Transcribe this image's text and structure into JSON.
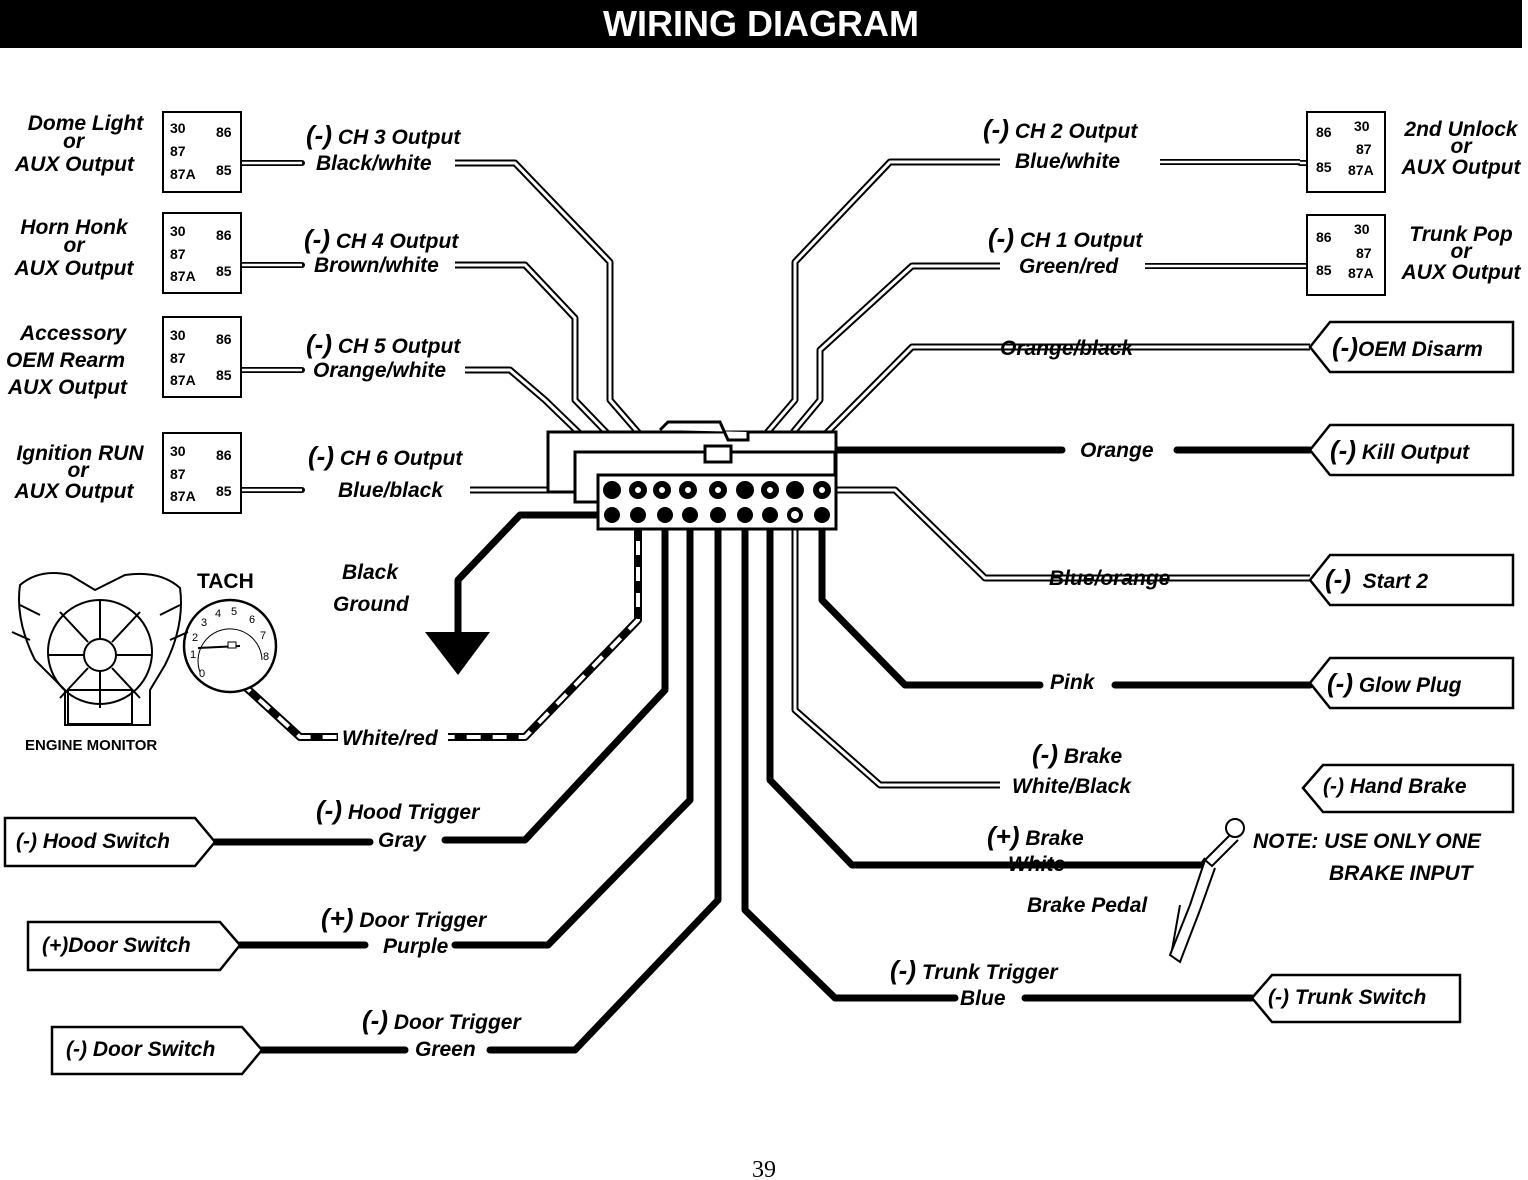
{
  "title": "WIRING DIAGRAM",
  "page_number": "39",
  "relay_pins": {
    "p30": "30",
    "p87": "87",
    "p87a": "87A",
    "p86": "86",
    "p85": "85"
  },
  "left_relays": [
    {
      "line1": "Dome Light",
      "line2": "or",
      "line3": "AUX Output"
    },
    {
      "line1": "Horn Honk",
      "line2": "or",
      "line3": "AUX Output"
    },
    {
      "line1": "Accessory",
      "line2": "OEM Rearm",
      "line3": "AUX Output"
    },
    {
      "line1": "Ignition RUN",
      "line2": "or",
      "line3": "AUX Output"
    }
  ],
  "right_relays": [
    {
      "line1": "2nd Unlock",
      "line2": "or",
      "line3": "AUX Output"
    },
    {
      "line1": "Trunk Pop",
      "line2": "or",
      "line3": "AUX Output"
    }
  ],
  "neg": "(-)",
  "pos": "(+)",
  "wires_left": [
    {
      "name": "CH 3 Output",
      "color": "Black/white"
    },
    {
      "name": "CH 4 Output",
      "color": "Brown/white"
    },
    {
      "name": "CH 5 Output",
      "color": "Orange/white"
    },
    {
      "name": "CH 6 Output",
      "color": "Blue/black"
    }
  ],
  "wires_right_top": [
    {
      "name": "CH 2 Output",
      "color": "Blue/white"
    },
    {
      "name": "CH 1 Output",
      "color": "Green/red"
    }
  ],
  "right_outputs": [
    {
      "wire": "Orange/black",
      "box": "OEM Disarm"
    },
    {
      "wire": "Orange",
      "box": "Kill Output"
    },
    {
      "wire": "Blue/orange",
      "box": "Start 2"
    },
    {
      "wire": "Pink",
      "box": "Glow Plug"
    }
  ],
  "ground": {
    "line1": "Black",
    "line2": "Ground"
  },
  "tach": {
    "title": "TACH",
    "engine": "ENGINE MONITOR",
    "wire": "White/red",
    "dial": [
      "0",
      "1",
      "2",
      "3",
      "4",
      "5",
      "6",
      "7",
      "8"
    ]
  },
  "brake_neg": {
    "name": "Brake",
    "color": "White/Black",
    "box": "(-) Hand Brake"
  },
  "brake_pos": {
    "name": "Brake",
    "color": "White",
    "pedal": "Brake Pedal"
  },
  "note": {
    "line1": "NOTE: USE ONLY ONE",
    "line2": "BRAKE INPUT"
  },
  "triggers_left": [
    {
      "name": "Hood Trigger",
      "color": "Gray",
      "box": "(-) Hood Switch"
    },
    {
      "name": "Door Trigger",
      "color": "Purple",
      "box": "(+)Door Switch"
    },
    {
      "name": "Door Trigger",
      "color": "Green",
      "box": "(-) Door Switch"
    }
  ],
  "trunk": {
    "name": "Trunk Trigger",
    "color": "Blue",
    "box": "(-) Trunk Switch"
  }
}
